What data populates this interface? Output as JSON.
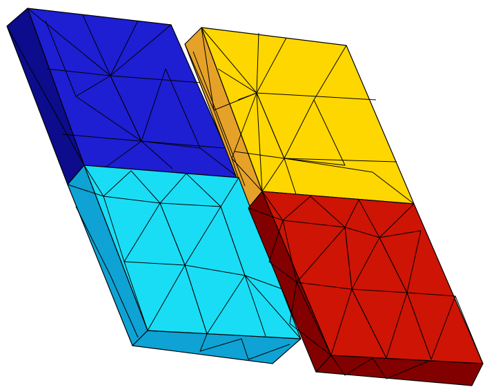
{
  "blocks": [
    {
      "name": "blue-block",
      "top": "#1e1ed2",
      "side": "#0c0c8c"
    },
    {
      "name": "yellow-block",
      "top": "#ffd700",
      "side": "#e6a228"
    },
    {
      "name": "cyan-block",
      "top": "#19ddf5",
      "side": "#0fa2d4"
    },
    {
      "name": "red-block",
      "top": "#cd1405",
      "side": "#820000"
    }
  ]
}
